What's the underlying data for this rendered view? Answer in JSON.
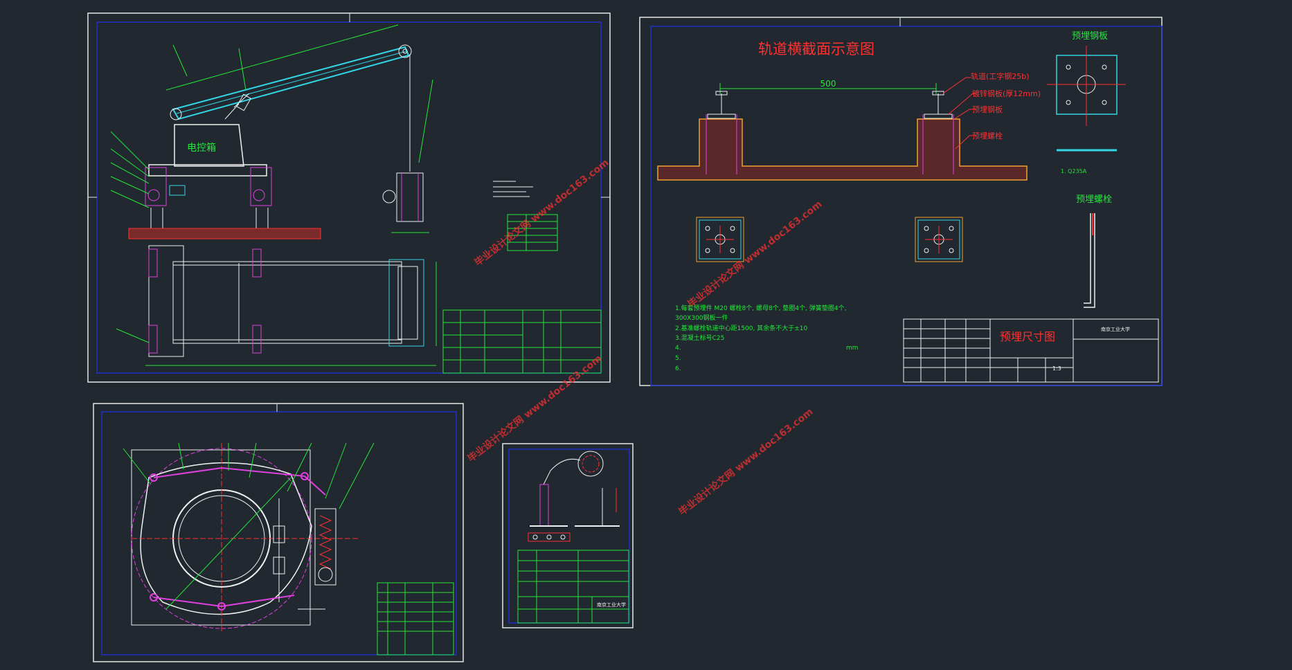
{
  "colors": {
    "background": "#212830",
    "frame": "#e6e6e6",
    "inner_frame": "#2030c8",
    "green": "#22e83a",
    "cyan": "#33d6e6",
    "red": "#ff3030",
    "magenta": "#e040e0",
    "orange": "#f0a030",
    "concrete": "#9a3a3a",
    "white": "#f0f0f0",
    "watermark": "#ff3030"
  },
  "sheet1": {
    "control_box_label": "电控箱"
  },
  "sheet2": {
    "title": "轨道横截面示意图",
    "dim_500": "500",
    "callouts": [
      "轨道(工字钢25b)",
      "镀锌钢板(厚12mm)",
      "预埋钢板",
      "预埋螺栓"
    ],
    "embedded_plate_title": "预埋钢板",
    "embedded_bolt_title": "预埋螺栓",
    "plate_material": "1. Q235A",
    "notes": [
      "1.每套预埋件  M20 螺栓8个, 螺母8个, 垫圈4个, 弹簧垫圈4个,",
      "300X300钢板一件",
      "2.基准螺栓轨道中心距1500, 其余条不大于±10",
      "3.混凝土标号C25",
      "4.",
      "5.",
      "6."
    ],
    "unit_mm": "mm",
    "title_block_name": "预埋尺寸图",
    "title_block_org": "南京工业大学",
    "title_block_scale": "1:3"
  },
  "sheet4": {
    "title_block_org": "南京工业大学"
  },
  "watermarks": [
    "毕业设计论文网  www.doc163.com",
    "毕业设计论文网  www.doc163.com",
    "毕业设计论文网  www.doc163.com",
    "毕业设计论文网  www.doc163.com"
  ]
}
